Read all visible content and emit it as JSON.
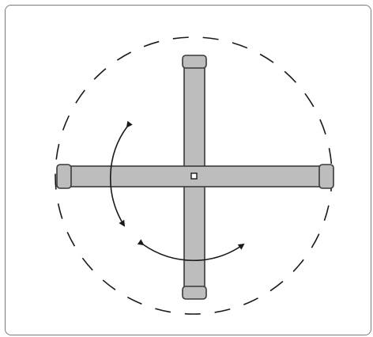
{
  "diagram": {
    "description_label": "",
    "colors": {
      "frame_border": "#7a7a7a",
      "bar_fill": "#bdbdbd",
      "bar_stroke": "#3a3a3a",
      "circle_stroke": "#1a1a1a",
      "arrow_stroke": "#1a1a1a"
    },
    "shapes": {
      "boundary": "dashed-circle",
      "bars": "cross",
      "center_marker": "square",
      "rotation_arrows": 2
    }
  }
}
